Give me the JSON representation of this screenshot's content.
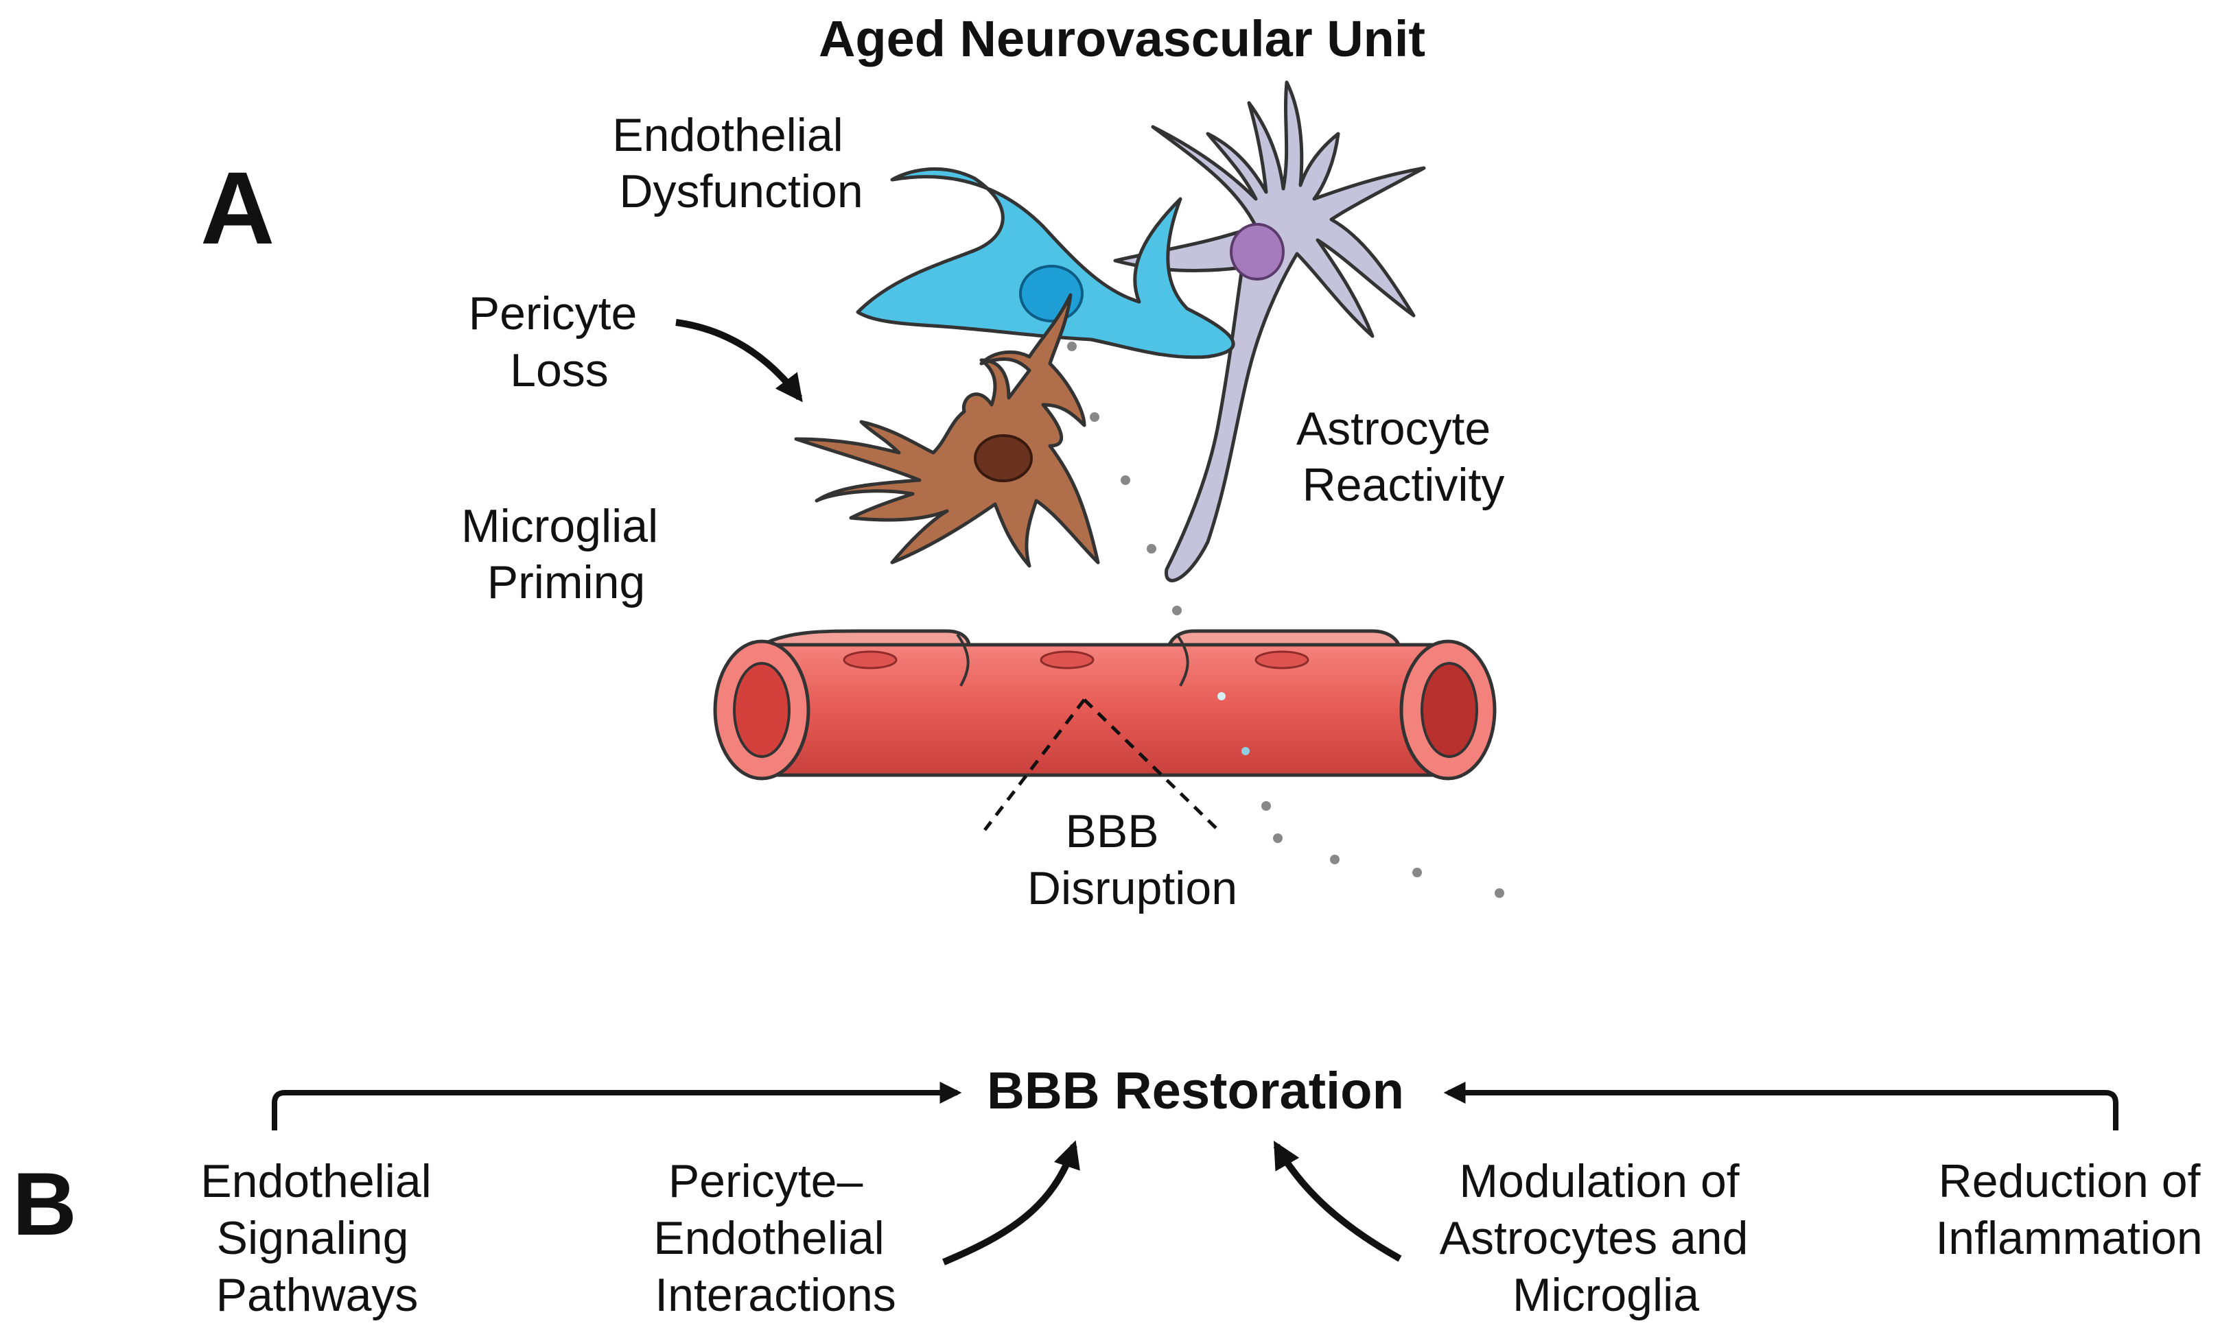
{
  "panel_a": {
    "letter": "A",
    "title": "Aged Neurovascular Unit",
    "labels": {
      "endothelial_dysfunction": [
        "Endothelial",
        "Dysfunction"
      ],
      "pericyte_loss": [
        "Pericyte",
        "Loss"
      ],
      "microglial_priming": [
        "Microglial",
        "Priming"
      ],
      "astrocyte_reactivity": [
        "Astrocyte",
        "Reactivity"
      ],
      "bbb_disruption": [
        "BBB",
        "Disruption"
      ]
    }
  },
  "panel_b": {
    "letter": "B",
    "center": "BBB Restoration",
    "factors": {
      "endothelial_signaling": [
        "Endothelial",
        "Signaling",
        "Pathways"
      ],
      "pericyte_endothelial": [
        "Pericyte–",
        "Endothelial",
        "Interactions"
      ],
      "modulation": [
        "Modulation of",
        "Astrocytes and",
        "Microglia"
      ],
      "inflammation": [
        "Reduction of",
        "Inflammation"
      ]
    }
  },
  "colors": {
    "endothelial_cell": "#4fc3e6",
    "endothelial_nucleus": "#1e9fd6",
    "astrocyte": "#c5c2dc",
    "astrocyte_nucleus": "#a57bbd",
    "microglia": "#b06f4a",
    "microglia_nucleus": "#6b3220",
    "vessel": "#e85a56",
    "vessel_light": "#f59a92",
    "vessel_dark": "#b8312f",
    "particles": "#888888"
  }
}
